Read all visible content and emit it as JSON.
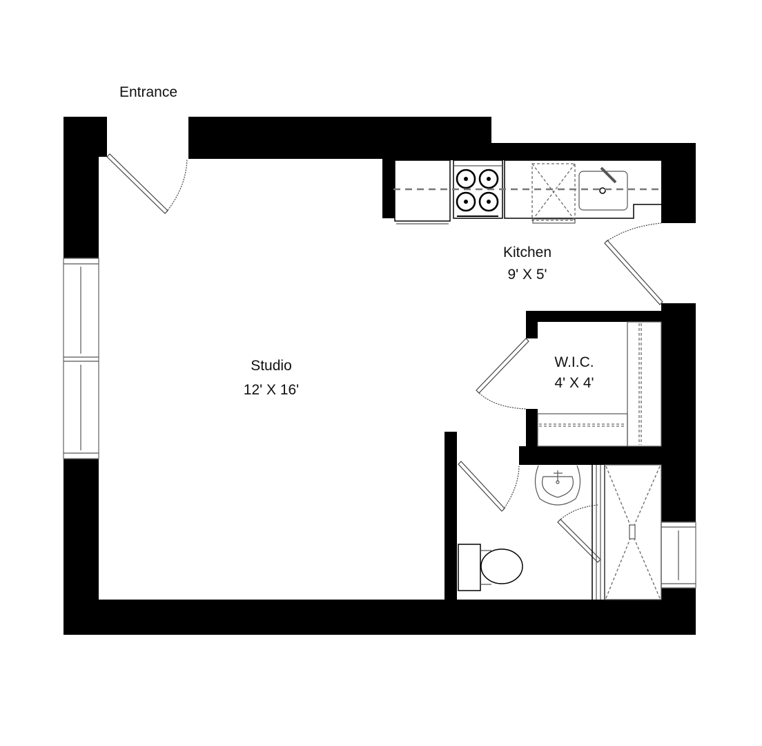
{
  "plan": {
    "entrance_label": "Entrance",
    "rooms": [
      {
        "name": "Studio",
        "dims": "12' X 16'"
      },
      {
        "name": "Kitchen",
        "dims": "9' X 5'"
      },
      {
        "name": "W.I.C.",
        "dims": "4' X 4'"
      }
    ],
    "colors": {
      "wall": "#000000",
      "background": "#ffffff",
      "fixture_line": "#555555"
    }
  }
}
